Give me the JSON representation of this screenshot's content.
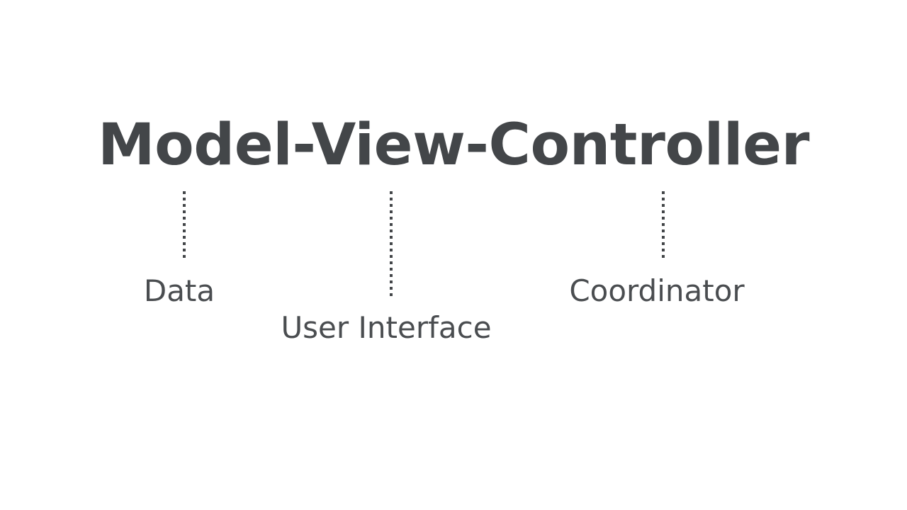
{
  "slide": {
    "background_color": "#ffffff",
    "text_color": "#434649",
    "title": "Model-View-Controller",
    "connector_color": "#434649",
    "connectors": [
      {
        "name": "model-connector",
        "style": "dotted-vertical"
      },
      {
        "name": "view-connector",
        "style": "dotted-vertical"
      },
      {
        "name": "controller-connector",
        "style": "dotted-vertical"
      }
    ],
    "labels": [
      {
        "id": "model",
        "text": "Data"
      },
      {
        "id": "view",
        "text": "User Interface"
      },
      {
        "id": "controller",
        "text": "Coordinator"
      }
    ]
  }
}
